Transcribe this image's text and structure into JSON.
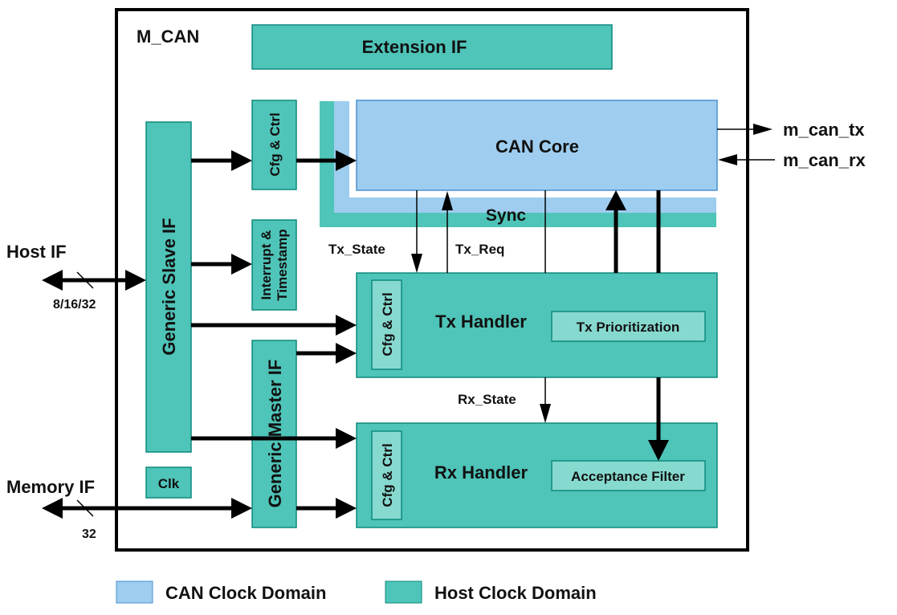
{
  "colors": {
    "host_domain": "#4FC4B8",
    "host_domain_light": "#86D9CF",
    "can_domain": "#9ECDEF",
    "stroke": "#0E8A7C",
    "border": "#000000"
  },
  "diagram": {
    "title": "M_CAN",
    "extension_if": "Extension IF",
    "can_core": "CAN Core",
    "sync": "Sync",
    "generic_slave_if": "Generic Slave IF",
    "generic_master_if": "Generic Master IF",
    "cfg_ctrl_top": "Cfg & Ctrl",
    "interrupt_line1": "Interrupt &",
    "interrupt_line2": "Timestamp",
    "tx_handler": "Tx Handler",
    "tx_cfg_ctrl": "Cfg & Ctrl",
    "tx_prioritization": "Tx Prioritization",
    "rx_handler": "Rx Handler",
    "rx_cfg_ctrl": "Cfg & Ctrl",
    "acceptance_filter": "Acceptance Filter",
    "clk": "Clk"
  },
  "signals": {
    "host_if": "Host IF",
    "host_width": "8/16/32",
    "memory_if": "Memory IF",
    "memory_width": "32",
    "m_can_tx": "m_can_tx",
    "m_can_rx": "m_can_rx",
    "tx_state": "Tx_State",
    "tx_req": "Tx_Req",
    "rx_state": "Rx_State"
  },
  "legend": {
    "can_clock_domain": "CAN Clock Domain",
    "host_clock_domain": "Host Clock Domain"
  }
}
